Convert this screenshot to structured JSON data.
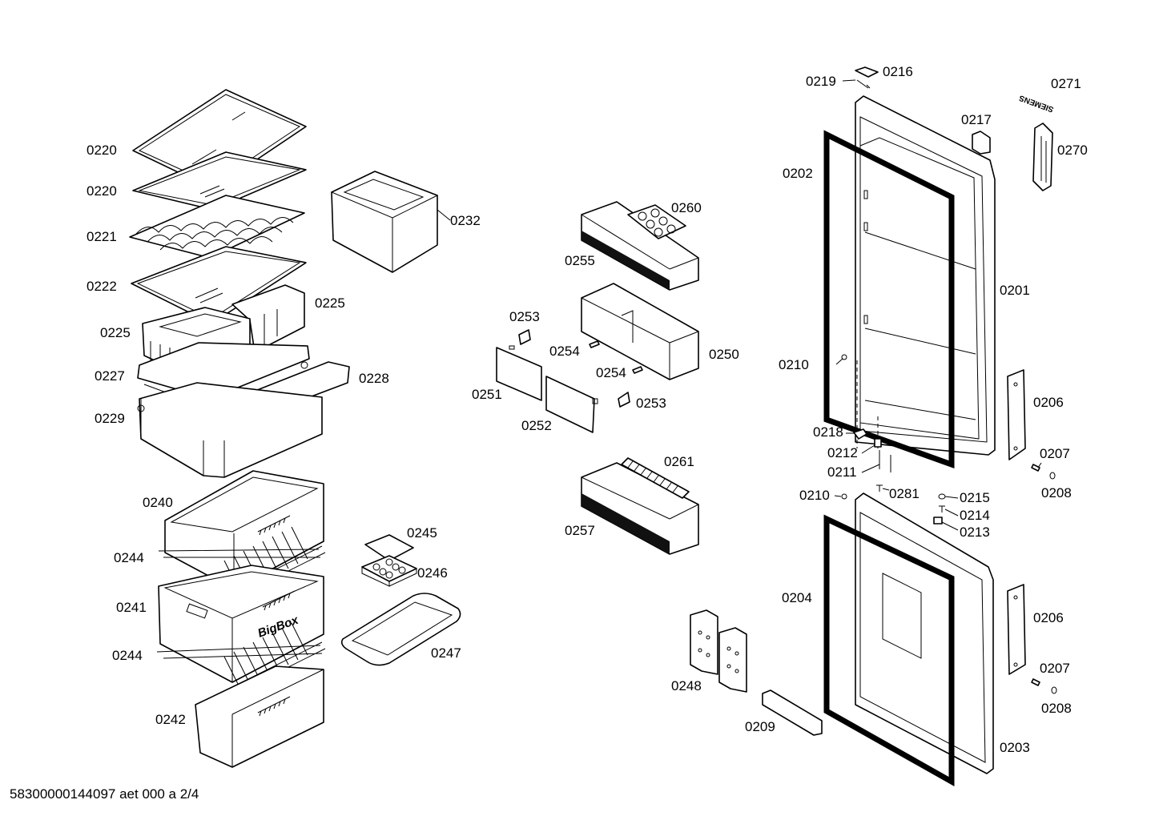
{
  "diagram": {
    "footer": "58300000144097 aet 000 a 2/4",
    "brand_mark": "SIEMENS",
    "drawer_marking": "BigBox",
    "labels": [
      "0220",
      "0220",
      "0221",
      "0222",
      "0225",
      "0225",
      "0227",
      "0228",
      "0229",
      "0232",
      "0240",
      "0244",
      "0241",
      "0244",
      "0242",
      "0245",
      "0246",
      "0247",
      "0260",
      "0255",
      "0253",
      "0254",
      "0250",
      "0254",
      "0251",
      "0253",
      "0252",
      "0261",
      "0257",
      "0248",
      "0209",
      "0219",
      "0216",
      "0271",
      "0217",
      "0270",
      "0202",
      "0201",
      "0210",
      "0206",
      "0218",
      "0212",
      "0207",
      "0211",
      "0208",
      "0210",
      "0281",
      "0215",
      "0214",
      "0213",
      "0204",
      "0206",
      "0207",
      "0208",
      "0203"
    ]
  }
}
